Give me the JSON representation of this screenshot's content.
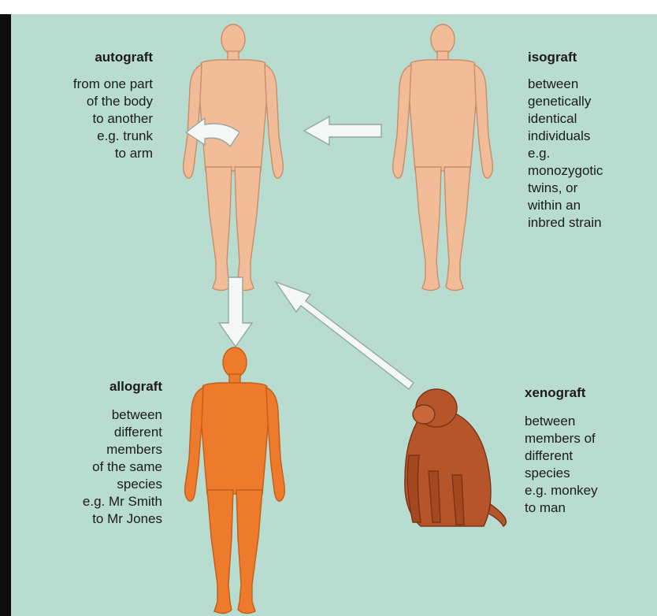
{
  "grafts": {
    "autograft": {
      "title": "autograft",
      "desc": "from one part\nof the body\nto another\ne.g. trunk\nto arm"
    },
    "isograft": {
      "title": "isograft",
      "desc": "between\ngenetically\nidentical\nindividuals\ne.g.\nmonozygotic\ntwins, or\nwithin an\ninbred strain"
    },
    "allograft": {
      "title": "allograft",
      "desc": "between\ndifferent\nmembers\nof the same\nspecies\ne.g. Mr Smith\nto Mr Jones"
    },
    "xenograft": {
      "title": "xenograft",
      "desc": "between\nmembers of\ndifferent\nspecies\ne.g. monkey\nto man"
    }
  },
  "colors": {
    "background": "#b8dccf",
    "human_pale": "#f2bc98",
    "human_outline": "#c98d6a",
    "human_orange": "#ee7a2c",
    "monkey": "#b6542a",
    "arrow_fill": "#f4f7f5",
    "arrow_outline": "#8fa9a0"
  },
  "icons": {
    "autograft_figure": "human-figure-icon",
    "isograft_figure": "human-figure-icon",
    "allograft_figure": "human-figure-icon",
    "xenograft_figure": "monkey-icon"
  }
}
